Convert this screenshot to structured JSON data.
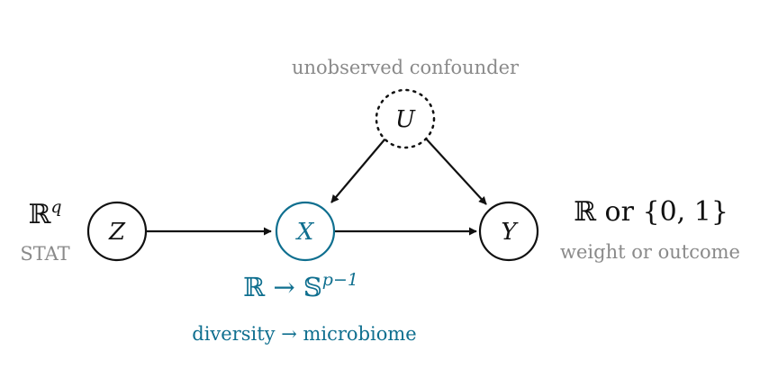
{
  "colors": {
    "accent": "#0f6f8f",
    "muted": "#8a8a8a",
    "ink": "#111111"
  },
  "nodes": {
    "u": {
      "label": "U",
      "caption": "unobserved confounder",
      "style": "dotted"
    },
    "z": {
      "label": "Z",
      "space_base": "ℝ",
      "space_exp": "q",
      "caption": "STAT"
    },
    "x": {
      "label": "X",
      "space_left": "ℝ → 𝕊",
      "space_exp": "p−1",
      "caption": "diversity → microbiome"
    },
    "y": {
      "label": "Y",
      "space": "ℝ or {0, 1}",
      "caption": "weight or outcome"
    }
  },
  "edges": [
    {
      "from": "u",
      "to": "x"
    },
    {
      "from": "u",
      "to": "y"
    },
    {
      "from": "z",
      "to": "x"
    },
    {
      "from": "x",
      "to": "y"
    }
  ]
}
